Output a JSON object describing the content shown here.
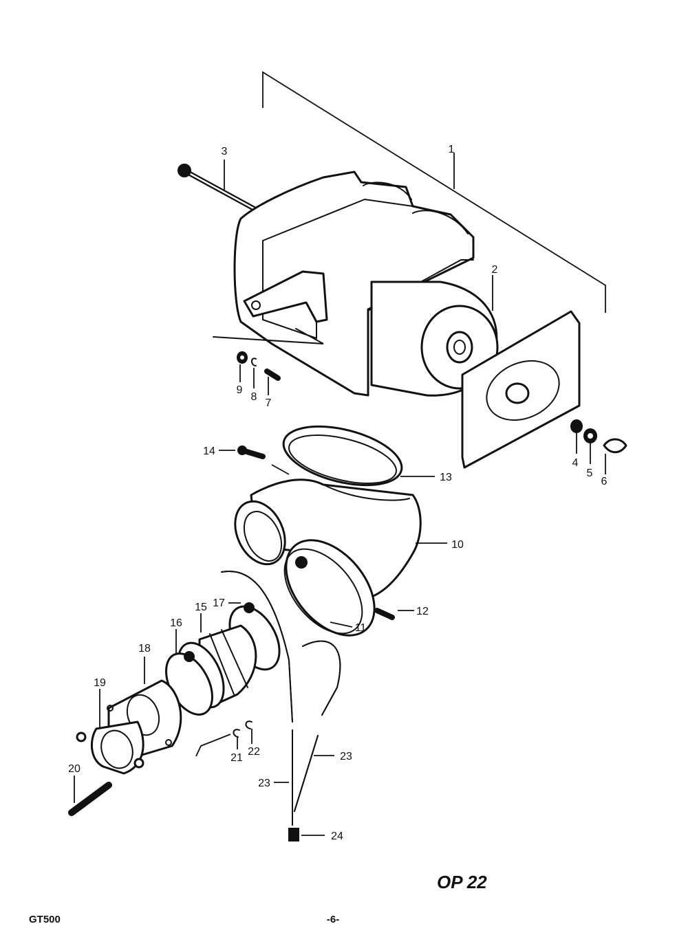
{
  "footer": {
    "model": "GT500",
    "page": "-6-",
    "stamp": "OP 22"
  },
  "callouts": [
    {
      "id": "1",
      "text": "1"
    },
    {
      "id": "2",
      "text": "2"
    },
    {
      "id": "3",
      "text": "3"
    },
    {
      "id": "4",
      "text": "4"
    },
    {
      "id": "5",
      "text": "5"
    },
    {
      "id": "6",
      "text": "6"
    },
    {
      "id": "7",
      "text": "7"
    },
    {
      "id": "8",
      "text": "8"
    },
    {
      "id": "9",
      "text": "9"
    },
    {
      "id": "10",
      "text": "10"
    },
    {
      "id": "11",
      "text": "11"
    },
    {
      "id": "12",
      "text": "12"
    },
    {
      "id": "13",
      "text": "13"
    },
    {
      "id": "14",
      "text": "14"
    },
    {
      "id": "15",
      "text": "15"
    },
    {
      "id": "16",
      "text": "16"
    },
    {
      "id": "17",
      "text": "17"
    },
    {
      "id": "18",
      "text": "18"
    },
    {
      "id": "19",
      "text": "19"
    },
    {
      "id": "20",
      "text": "20"
    },
    {
      "id": "21",
      "text": "21"
    },
    {
      "id": "22",
      "text": "22"
    },
    {
      "id": "23a",
      "text": "23"
    },
    {
      "id": "23b",
      "text": "23"
    },
    {
      "id": "24",
      "text": "24"
    }
  ]
}
